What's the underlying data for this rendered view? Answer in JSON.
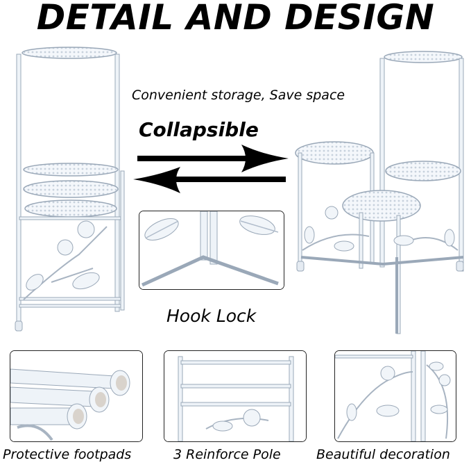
{
  "header": {
    "title": "DETAIL AND DESIGN"
  },
  "captions": {
    "storage": "Convenient storage, Save space",
    "collapsible": "Collapsible",
    "hook_lock": "Hook Lock",
    "footpads": "Protective footpads",
    "reinforce": "3 Reinforce Pole",
    "decoration": "Beautiful decoration"
  },
  "colors": {
    "metal": "#eef3f8",
    "metal_edge": "#9aa8b8",
    "arrow": "#000000",
    "frame_border": "#222222"
  },
  "icons": {
    "arrow_right": "arrow-right-icon",
    "arrow_left": "arrow-left-icon"
  }
}
